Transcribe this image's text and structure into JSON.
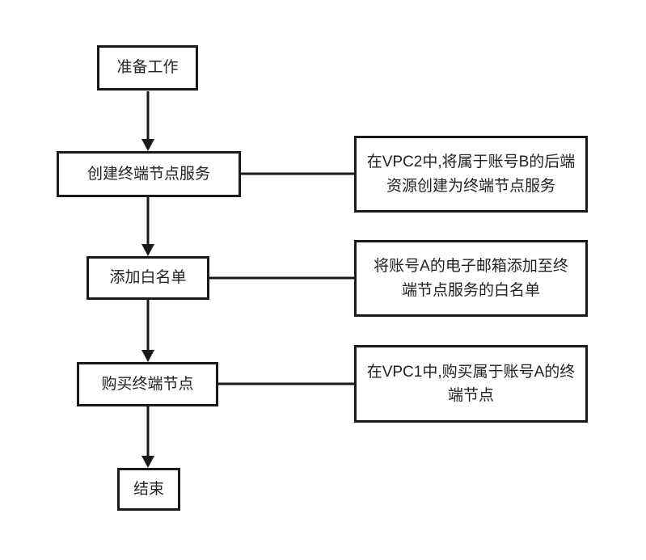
{
  "flowchart": {
    "colors": {
      "border": "#1a1a1a",
      "background": "#ffffff",
      "text": "#222222"
    },
    "nodes": [
      {
        "id": "prepare",
        "label": "准备工作"
      },
      {
        "id": "create-endpoint-service",
        "label": "创建终端节点服务"
      },
      {
        "id": "add-whitelist",
        "label": "添加白名单"
      },
      {
        "id": "buy-endpoint",
        "label": "购买终端节点"
      },
      {
        "id": "end",
        "label": "结束"
      }
    ],
    "annotations": [
      {
        "for": "create-endpoint-service",
        "label": "在VPC2中,将属于账号B的后端资源创建为终端节点服务"
      },
      {
        "for": "add-whitelist",
        "label": "将账号A的电子邮箱添加至终端节点服务的白名单"
      },
      {
        "for": "buy-endpoint",
        "label": "在VPC1中,购买属于账号A的终端节点"
      }
    ]
  }
}
